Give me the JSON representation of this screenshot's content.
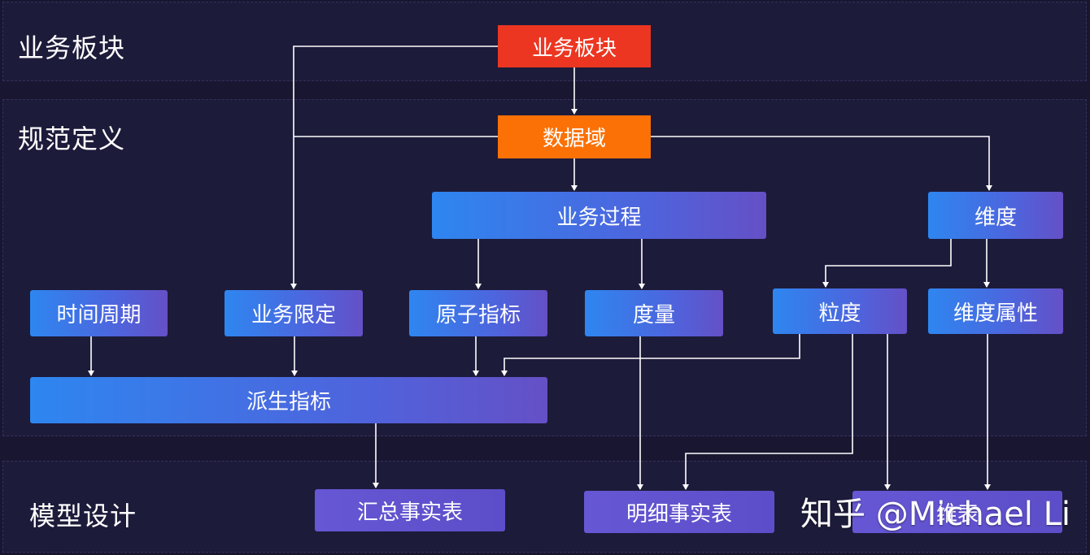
{
  "bands": {
    "business": "业务板块",
    "spec": "规范定义",
    "model": "模型设计"
  },
  "nodes": {
    "business_unit": "业务板块",
    "data_domain": "数据域",
    "business_process": "业务过程",
    "dimension": "维度",
    "time_period": "时间周期",
    "business_qualifier": "业务限定",
    "atomic_metric": "原子指标",
    "measure": "度量",
    "granularity": "粒度",
    "dimension_attribute": "维度属性",
    "derived_metric": "派生指标",
    "summary_fact_table": "汇总事实表",
    "detail_fact_table": "明细事实表",
    "dimension_table": "维表"
  },
  "watermark": "知乎 @Michael Li",
  "colors": {
    "background": "#181630",
    "band": "#1d1b3a",
    "red_node": "#ec3621",
    "orange_node": "#fb7106",
    "blue_node": "#2e86f0",
    "violet_node": "#6657d4",
    "wire": "#ffffff"
  }
}
